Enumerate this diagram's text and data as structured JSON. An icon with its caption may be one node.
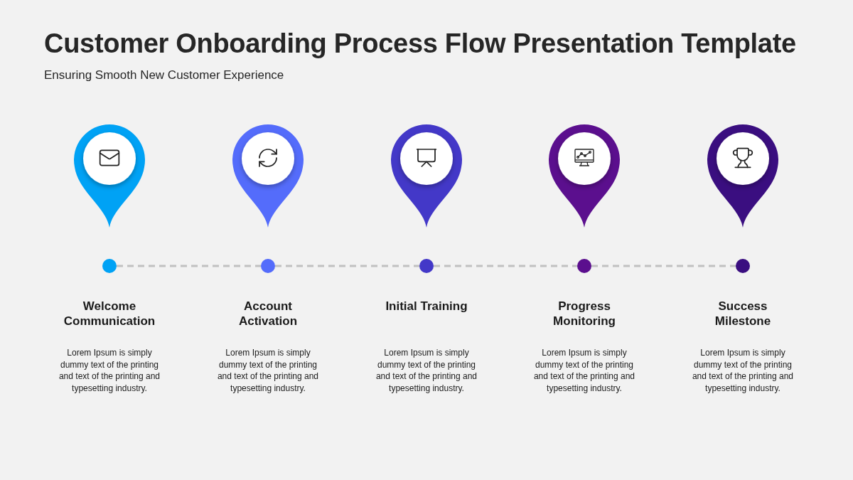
{
  "diagram": {
    "title": "Customer Onboarding Process Flow Presentation Template",
    "caption": "Ensuring Smooth New Customer Experience",
    "nodes": [
      {
        "text": [],
        "shape": "circle",
        "beside": [
          "Welcome Communication"
        ]
      },
      {
        "text": [],
        "shape": "circle",
        "beside": [
          "Account Activation"
        ]
      },
      {
        "text": [],
        "shape": "circle",
        "beside": [
          "Initial Training"
        ]
      },
      {
        "text": [],
        "shape": "circle",
        "beside": [
          "Progress Monitoring"
        ]
      },
      {
        "text": [],
        "shape": "circle",
        "beside": [
          "Success Milestone"
        ]
      }
    ],
    "edges": [
      {
        "from": 0,
        "to": 1,
        "arrow": "none",
        "style": "dashed"
      },
      {
        "from": 1,
        "to": 2,
        "arrow": "none",
        "style": "dashed"
      },
      {
        "from": 2,
        "to": 3,
        "arrow": "none",
        "style": "dashed"
      },
      {
        "from": 3,
        "to": 4,
        "arrow": "none",
        "style": "dashed"
      }
    ],
    "labels": [
      "Lorem Ipsum is simply dummy text of the printing and text of the printing and typesetting industry.",
      "Lorem Ipsum is simply dummy text of the printing and text of the printing and typesetting industry.",
      "Lorem Ipsum is simply dummy text of the printing and text of the printing and typesetting industry.",
      "Lorem Ipsum is simply dummy text of the printing and text of the printing and typesetting industry.",
      "Lorem Ipsum is simply dummy text of the printing and text of the printing and typesetting industry."
    ]
  }
}
